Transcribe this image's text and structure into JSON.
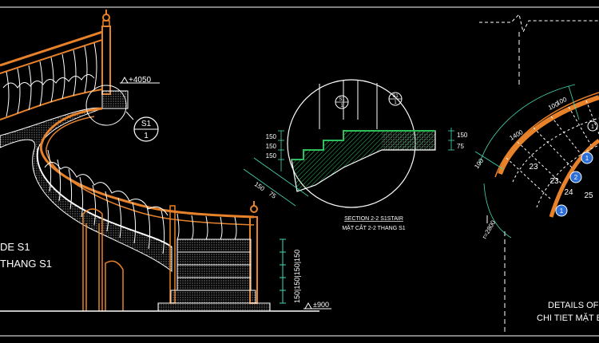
{
  "colors": {
    "background": "#000000",
    "handrail": "#e8822a",
    "line": "#ffffff",
    "dimension": "#44d7b6",
    "hatch": "#2fbf5a",
    "marker": "#2d6fd8"
  },
  "left_view": {
    "level_top": "+4050",
    "level_bottom": "±900",
    "riser_dims": "150|150|150|150",
    "section_marker": {
      "top": "S1",
      "bottom": "1"
    },
    "title_line1": "DE S1",
    "title_line2": "THANG S1"
  },
  "section": {
    "marker_left": {
      "top": "S1",
      "bottom": "1"
    },
    "marker_right": {
      "top": "S1",
      "bottom": "1"
    },
    "dims_left": [
      "150",
      "150",
      "150"
    ],
    "dims_bottom": [
      "150",
      "75"
    ],
    "dims_right": [
      "150",
      "75"
    ],
    "title_line1": "SECTION 2-2 S1STAIR",
    "title_line2": "MẶT CẮT 2-2 THANG S1"
  },
  "plan": {
    "dim_top_left": "100",
    "dim_top_right": "100",
    "dim_left": "100",
    "dim_1400": "1400",
    "radius_label": "r=2800",
    "steps": [
      "23",
      "24",
      "25",
      "23"
    ],
    "markers": [
      "1",
      "1",
      "2",
      "1"
    ],
    "title_line1": "DETAILS OF",
    "title_line2": "CHI TIET MẶT B"
  }
}
